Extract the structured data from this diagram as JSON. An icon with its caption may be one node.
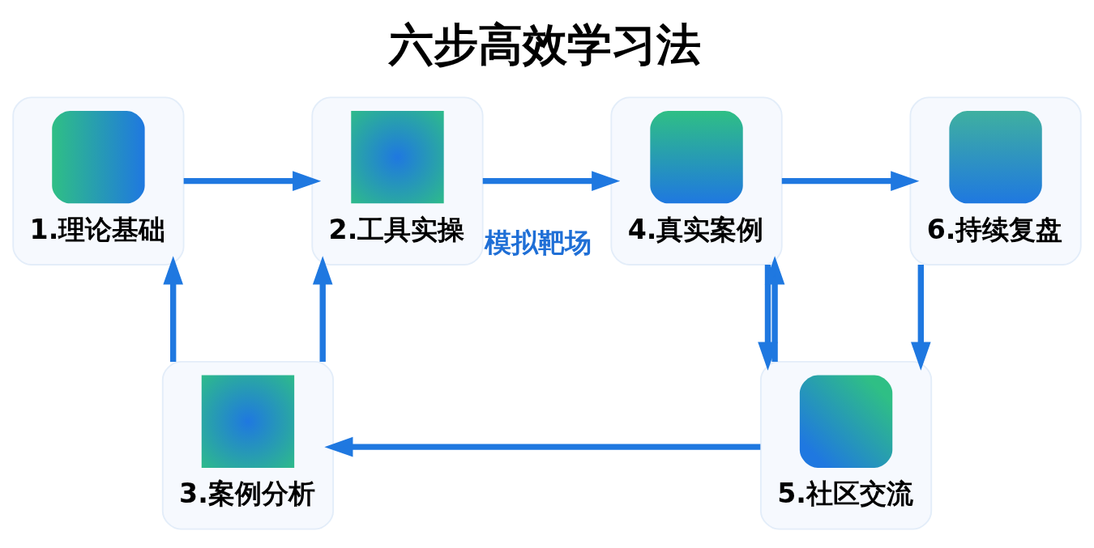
{
  "diagram": {
    "title": "六步高效学习法",
    "nodes": [
      {
        "text": [
          "1.理论基础"
        ]
      },
      {
        "text": [
          "2.工具实操"
        ]
      },
      {
        "text": [
          "4.真实案例"
        ]
      },
      {
        "text": [
          "6.持续复盘"
        ]
      },
      {
        "text": [
          "3.案例分析"
        ]
      },
      {
        "text": [
          "5.社区交流"
        ]
      }
    ],
    "edges": [
      {
        "from": 0,
        "to": 1,
        "arrow": "to"
      },
      {
        "from": 1,
        "to": 2,
        "arrow": "to",
        "label": "模拟靶场"
      },
      {
        "from": 2,
        "to": 3,
        "arrow": "to"
      },
      {
        "from": 2,
        "to": 5,
        "arrow": "to"
      },
      {
        "from": 3,
        "to": 5,
        "arrow": "to"
      },
      {
        "from": 5,
        "to": 4,
        "arrow": "to"
      },
      {
        "from": 5,
        "to": 2,
        "arrow": "to"
      },
      {
        "from": 4,
        "to": 0,
        "arrow": "to"
      },
      {
        "from": 4,
        "to": 1,
        "arrow": "to"
      }
    ]
  }
}
